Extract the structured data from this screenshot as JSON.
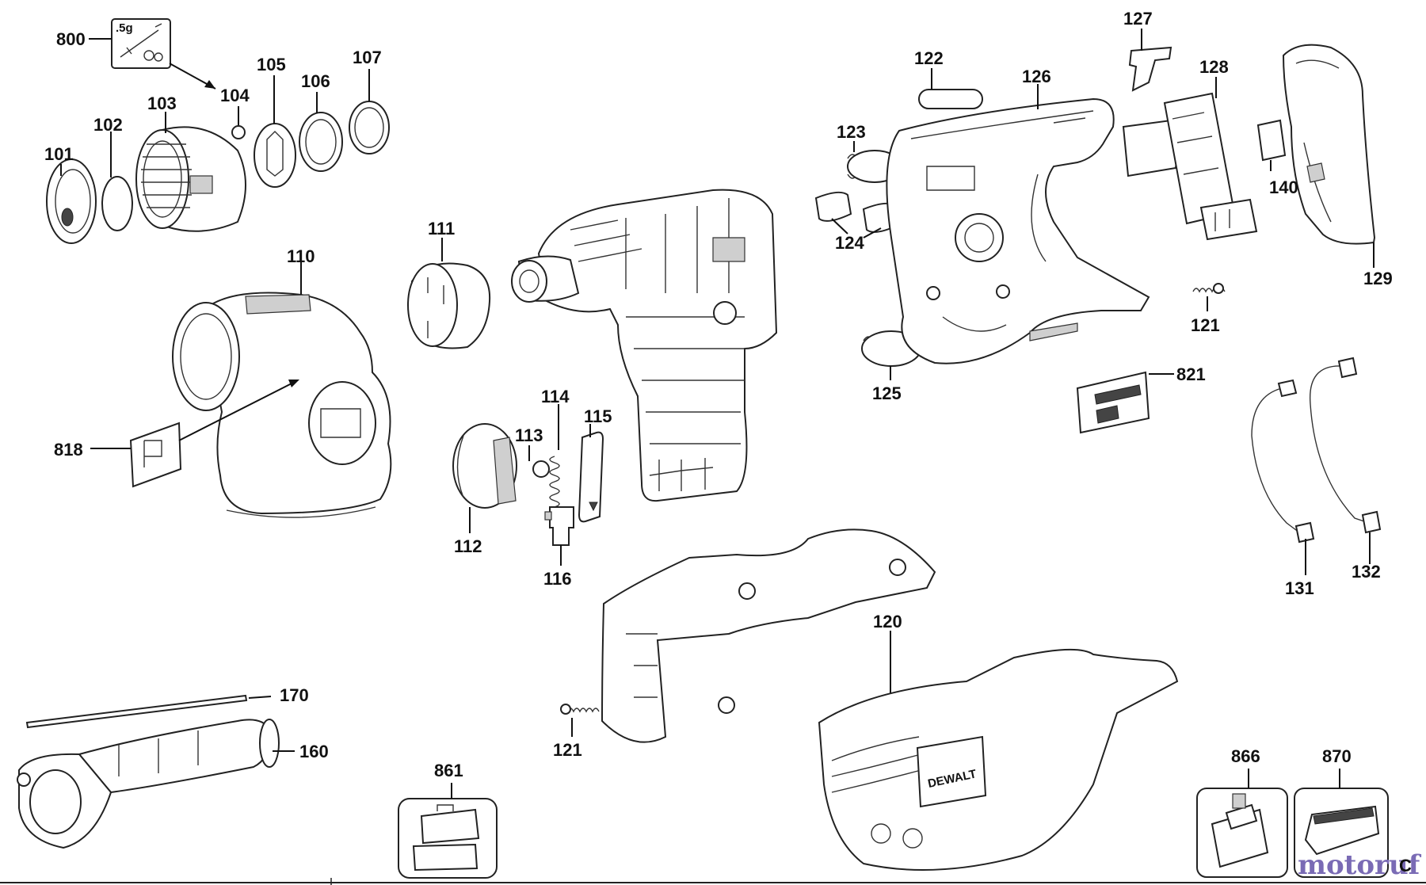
{
  "diagram": {
    "callouts": [
      "800",
      "104",
      "105",
      "106",
      "107",
      "103",
      "102",
      "101",
      "110",
      "818",
      "111",
      "112",
      "113",
      "114",
      "115",
      "116",
      "122",
      "123",
      "124",
      "125",
      "126",
      "127",
      "128",
      "129",
      "140",
      "121",
      "821",
      "131",
      "132",
      "120",
      "170",
      "160",
      "121",
      "861",
      "866",
      "870"
    ],
    "kit_text": ".5g",
    "brand_text": "DEWALT",
    "watermark": {
      "text": "motoruf",
      "suffix": "C"
    }
  }
}
